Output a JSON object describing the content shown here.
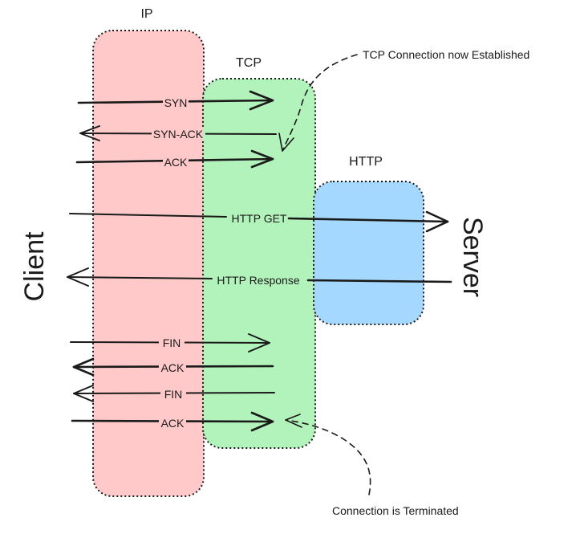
{
  "layers": {
    "ip": {
      "label": "IP",
      "color": "#ffc9c9"
    },
    "tcp": {
      "label": "TCP",
      "color": "#b2f2bb"
    },
    "http": {
      "label": "HTTP",
      "color": "#a5d8ff"
    }
  },
  "endpoints": {
    "client": "Client",
    "server": "Server"
  },
  "messages": {
    "syn": "SYN",
    "syn_ack": "SYN-ACK",
    "ack_1": "ACK",
    "http_get": "HTTP GET",
    "http_response": "HTTP Response",
    "fin_1": "FIN",
    "ack_2": "ACK",
    "fin_2": "FIN",
    "ack_3": "ACK"
  },
  "annotations": {
    "established": "TCP Connection now Established",
    "terminated": "Connection is Terminated"
  }
}
